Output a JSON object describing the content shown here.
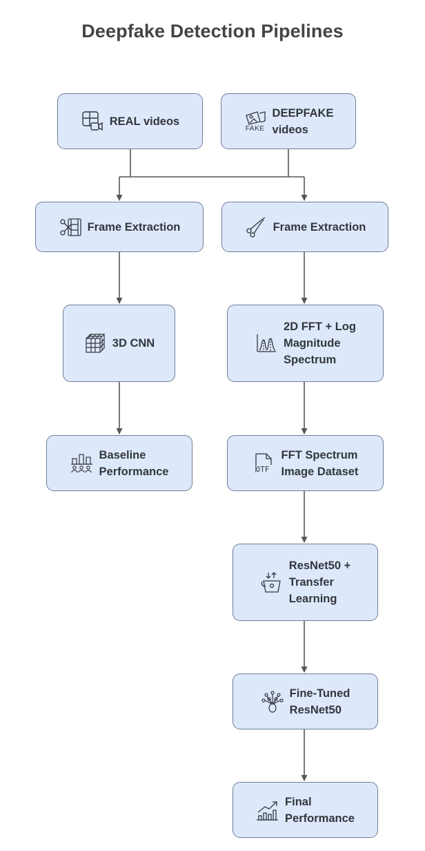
{
  "title": "Deepfake Detection Pipelines",
  "nodes": {
    "real_videos": {
      "label": "REAL videos",
      "icon": "video-layout-icon"
    },
    "deepfake_videos": {
      "label": "DEEPFAKE\nvideos",
      "icon": "fake-image-icon",
      "icon_text": "FAKE"
    },
    "frame_extraction_left": {
      "label": "Frame Extraction",
      "icon": "film-scissors-icon"
    },
    "frame_extraction_right": {
      "label": "Frame Extraction",
      "icon": "scissors-icon"
    },
    "cnn_3d": {
      "label": "3D CNN",
      "icon": "cube-grid-icon"
    },
    "fft_log": {
      "label": "2D FFT + Log\nMagnitude\nSpectrum",
      "icon": "spectrum-icon"
    },
    "baseline": {
      "label": "Baseline\nPerformance",
      "icon": "team-bars-icon"
    },
    "fft_dataset": {
      "label": "FFT Spectrum\nImage Dataset",
      "icon": "otf-file-icon",
      "icon_text": "OTF"
    },
    "resnet_transfer": {
      "label": "ResNet50 +\nTransfer\nLearning",
      "icon": "bucket-transfer-icon"
    },
    "fine_tuned": {
      "label": "Fine-Tuned\nResNet50",
      "icon": "neural-tree-icon"
    },
    "final": {
      "label": "Final\nPerformance",
      "icon": "growth-chart-icon"
    }
  },
  "colors": {
    "node_fill": "#dde8fb",
    "node_border": "#6f7d93",
    "connector": "#555555",
    "title": "#444444"
  }
}
